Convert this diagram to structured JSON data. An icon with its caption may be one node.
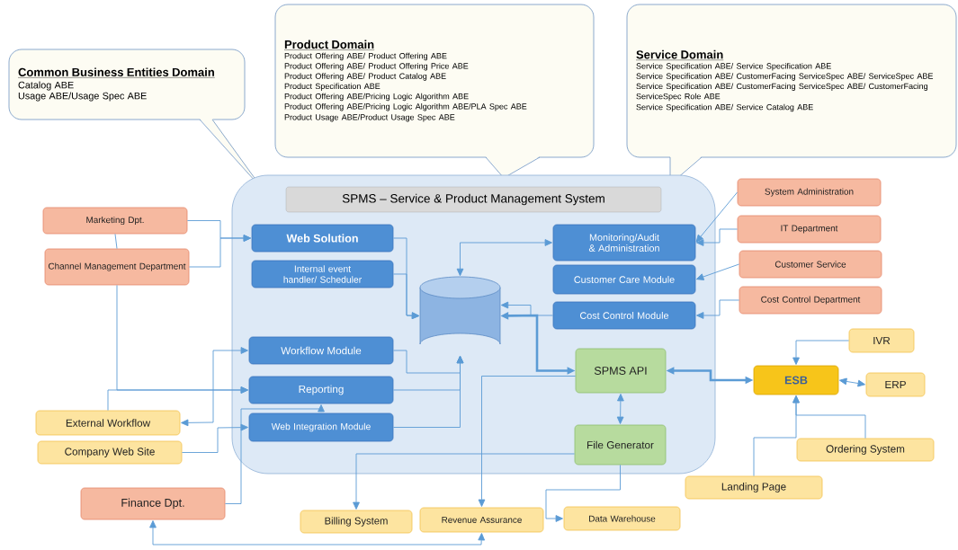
{
  "diagram": {
    "nodes": [
      {
        "text": [
          "Common Business Entities Domain",
          "Catalog ABE",
          "Usage ABE/Usage Spec ABE"
        ]
      },
      {
        "text": [
          "Product Domain",
          "Product Offering ABE/ Product Offering ABE",
          "Product Offering ABE/ Product Offering Price ABE",
          "Product Offering ABE/ Product Catalog ABE",
          "Product Specification ABE",
          "Product Offering ABE/Pricing Logic Algorithm ABE",
          "Product Offering ABE/Pricing Logic Algorithm ABE/PLA Spec ABE",
          "Product Usage ABE/Product Usage Spec ABE"
        ]
      },
      {
        "text": [
          "Service Domain",
          "Service Specification ABE/ Service Specification ABE",
          "Service Specification ABE/ CustomerFacing ServiceSpec ABE/ ServiceSpec ABE",
          "Service Specification ABE/ CustomerFacing ServiceSpec ABE/ CustomerFacing ServiceSpec Role ABE",
          "Service Specification ABE/ Service Catalog ABE"
        ]
      },
      {
        "text": [
          "SPMS – Service & Product Management System"
        ]
      },
      {
        "text": [
          "Web Solution"
        ],
        "in": 3
      },
      {
        "text": [
          "Internal event handler/ Scheduler"
        ],
        "in": 3
      },
      {
        "text": [],
        "shape": "cylinder",
        "in": 3
      },
      {
        "text": [
          "Monitoring/Audit & Administration"
        ],
        "in": 3
      },
      {
        "text": [
          "Customer Care Module"
        ],
        "in": 3
      },
      {
        "text": [
          "Cost Control Module"
        ],
        "in": 3
      },
      {
        "text": [
          "Workflow Module"
        ],
        "in": 3
      },
      {
        "text": [
          "Reporting"
        ],
        "in": 3
      },
      {
        "text": [
          "Web Integration Module"
        ],
        "in": 3
      },
      {
        "text": [
          "SPMS API"
        ],
        "in": 3
      },
      {
        "text": [
          "File Generator"
        ],
        "in": 3
      },
      {
        "text": [
          "Marketing Dpt."
        ]
      },
      {
        "text": [
          "Channel Management Department"
        ]
      },
      {
        "text": [
          "System Administration"
        ]
      },
      {
        "text": [
          "IT Department"
        ]
      },
      {
        "text": [
          "Customer Service"
        ]
      },
      {
        "text": [
          "Cost Control Department"
        ]
      },
      {
        "text": [
          "IVR"
        ]
      },
      {
        "text": [
          "ESB"
        ]
      },
      {
        "text": [
          "ERP"
        ]
      },
      {
        "text": [
          "External Workflow"
        ]
      },
      {
        "text": [
          "Company Web Site"
        ]
      },
      {
        "text": [
          "Ordering System"
        ]
      },
      {
        "text": [
          "Landing Page"
        ]
      },
      {
        "text": [
          "Finance Dpt."
        ]
      },
      {
        "text": [
          "Billing System"
        ]
      },
      {
        "text": [
          "Revenue Assurance"
        ]
      },
      {
        "text": [
          "Data Warehouse"
        ]
      }
    ],
    "edges": [
      {
        "from": 15,
        "to": 4,
        "arrow": "to"
      },
      {
        "from": 16,
        "to": 4,
        "arrow": "to"
      },
      {
        "from": 15,
        "to": 16,
        "arrow": "none"
      },
      {
        "from": 4,
        "to": 6,
        "arrow": "to"
      },
      {
        "from": 5,
        "to": 6,
        "arrow": "to"
      },
      {
        "from": 6,
        "to": 7,
        "arrow": "both"
      },
      {
        "from": 10,
        "to": 6,
        "arrow": "to"
      },
      {
        "from": 11,
        "to": 6,
        "arrow": "to"
      },
      {
        "from": 12,
        "to": 6,
        "arrow": "to"
      },
      {
        "from": 17,
        "to": 7,
        "arrow": "to"
      },
      {
        "from": 18,
        "to": 7,
        "arrow": "to"
      },
      {
        "from": 19,
        "to": 8,
        "arrow": "to"
      },
      {
        "from": 20,
        "to": 9,
        "arrow": "to"
      },
      {
        "from": 9,
        "to": 6,
        "arrow": "to"
      },
      {
        "from": 13,
        "to": 6,
        "arrow": "both",
        "style": "thick"
      },
      {
        "from": 13,
        "to": 22,
        "arrow": "both",
        "style": "thick"
      },
      {
        "from": 13,
        "to": 14,
        "arrow": "both"
      },
      {
        "from": 21,
        "to": 22,
        "arrow": "to"
      },
      {
        "from": 23,
        "to": 22,
        "arrow": "both"
      },
      {
        "from": 26,
        "to": 22,
        "arrow": "to"
      },
      {
        "from": 27,
        "to": 22,
        "arrow": "to"
      },
      {
        "from": 10,
        "to": 24,
        "arrow": "both"
      },
      {
        "from": 16,
        "to": 11,
        "arrow": "to"
      },
      {
        "from": 24,
        "to": 11,
        "arrow": "to"
      },
      {
        "from": 25,
        "to": 12,
        "arrow": "to"
      },
      {
        "from": 28,
        "to": 11,
        "arrow": "to"
      },
      {
        "from": 14,
        "to": 29,
        "arrow": "to"
      },
      {
        "from": 13,
        "to": 30,
        "arrow": "to"
      },
      {
        "from": 14,
        "to": 31,
        "arrow": "to"
      },
      {
        "from": 28,
        "to": 30,
        "arrow": "both"
      }
    ]
  }
}
